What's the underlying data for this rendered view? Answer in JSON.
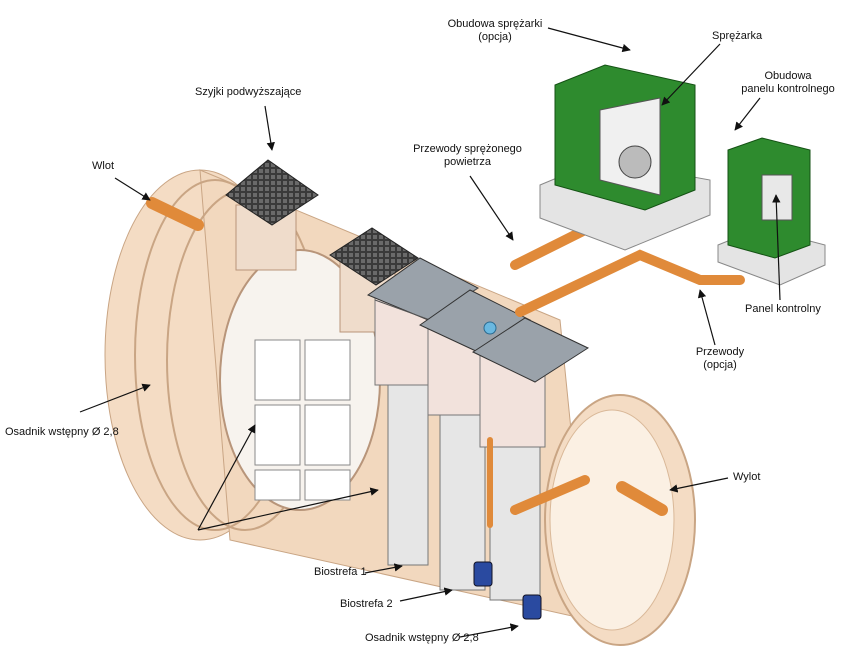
{
  "labels": {
    "wlot": "Wlot",
    "szyjki": "Szyjki podwyższające",
    "obudowa_sprezarki_1": "Obudowa sprężarki",
    "obudowa_sprezarki_2": "(opcja)",
    "sprezarka": "Sprężarka",
    "obudowa_panelu_1": "Obudowa",
    "obudowa_panelu_2": "panelu kontrolnego",
    "przewody_sprezonego_1": "Przewody sprężonego",
    "przewody_sprezonego_2": "powietrza",
    "panel_kontrolny": "Panel kontrolny",
    "przewody_1": "Przewody",
    "przewody_2": "(opcja)",
    "osadnik_left": "Osadnik wstępny Ø 2,8",
    "wylot": "Wylot",
    "biostrefa_1": "Biostrefa 1",
    "biostrefa_2": "Biostrefa 2",
    "osadnik_bottom": "Osadnik wstępny Ø 2,8"
  },
  "colors": {
    "tank": "#f4dcc4",
    "tank_shadow": "#e0bfa0",
    "pipe": "#e08a3a",
    "enclosure": "#2e8b2e",
    "base": "#e4e4e4",
    "grate": "#333333",
    "box": "#f2e2dc",
    "lid": "#9aa2aa",
    "pump": "#2a4aa0",
    "line": "#222222"
  }
}
